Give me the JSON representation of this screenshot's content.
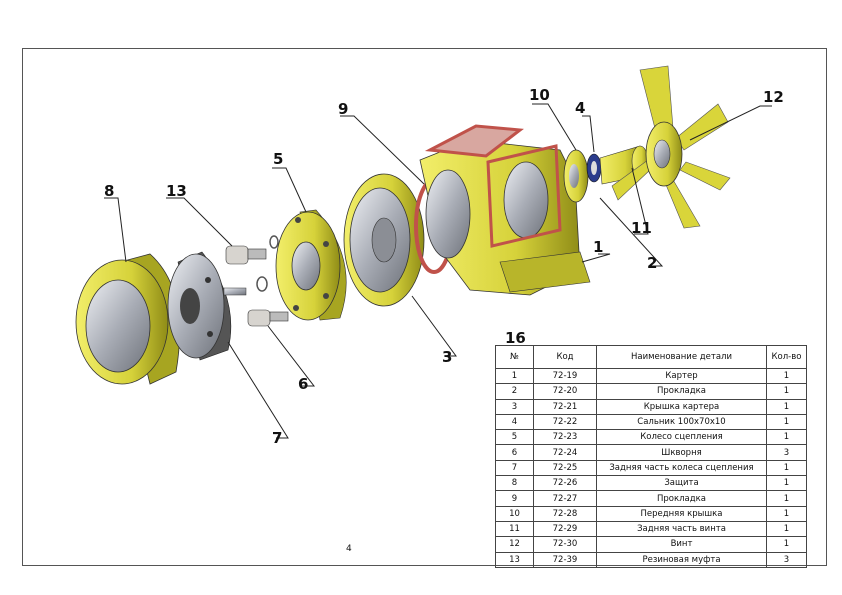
{
  "callouts": [
    "1",
    "2",
    "3",
    "4",
    "5",
    "6",
    "7",
    "8",
    "9",
    "10",
    "11",
    "12",
    "13"
  ],
  "table": {
    "number": "16",
    "headers": [
      "№",
      "Код",
      "Наименование детали",
      "Кол-во"
    ],
    "rows": [
      [
        "1",
        "72-19",
        "Картер",
        "1"
      ],
      [
        "2",
        "72-20",
        "Прокладка",
        "1"
      ],
      [
        "3",
        "72-21",
        "Крышка картера",
        "1"
      ],
      [
        "4",
        "72-22",
        "Сальник 100х70х10",
        "1"
      ],
      [
        "5",
        "72-23",
        "Колесо сцепления",
        "1"
      ],
      [
        "6",
        "72-24",
        "Шкворня",
        "3"
      ],
      [
        "7",
        "72-25",
        "Задняя часть колеса сцепления",
        "1"
      ],
      [
        "8",
        "72-26",
        "Защита",
        "1"
      ],
      [
        "9",
        "72-27",
        "Прокладка",
        "1"
      ],
      [
        "10",
        "72-28",
        "Передняя крышка",
        "1"
      ],
      [
        "11",
        "72-29",
        "Задняя часть винта",
        "1"
      ],
      [
        "12",
        "72-30",
        "Винт",
        "1"
      ],
      [
        "13",
        "72-39",
        "Резиновая муфта",
        "3"
      ]
    ]
  },
  "page_number": "4",
  "colors": {
    "part": "#d9d53a",
    "part_dark": "#9c9a1c",
    "gasket": "#c0524a",
    "metal": "#b9bcc4"
  }
}
